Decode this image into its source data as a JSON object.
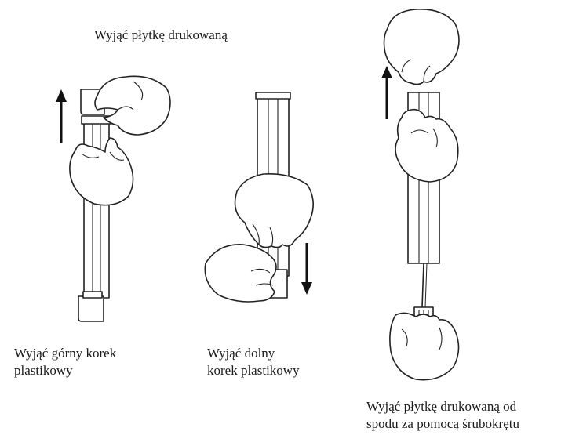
{
  "title": "Wyjąć płytkę drukowaną",
  "steps": [
    {
      "caption": "Wyjąć górny korek\nplastikowy"
    },
    {
      "caption": "Wyjąć dolny\nkorek plastikowy"
    },
    {
      "caption": "Wyjąć płytkę drukowaną od\nspodu za pomocą śrubokrętu"
    }
  ],
  "colors": {
    "ink": "#222222",
    "background": "#ffffff"
  }
}
